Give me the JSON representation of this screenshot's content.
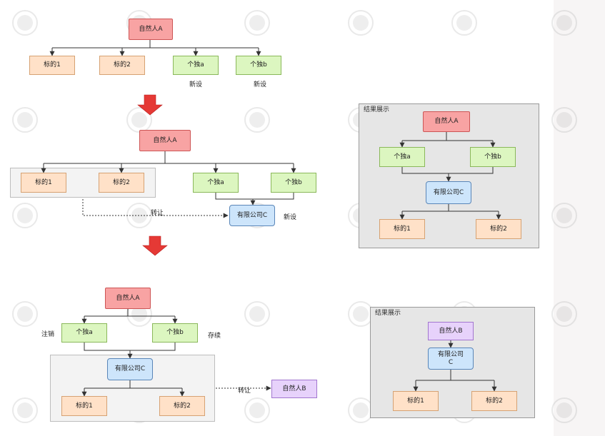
{
  "colors": {
    "person": "#f8a3a3",
    "target": "#ffe1c8",
    "individual": "#dcf6c0",
    "company": "#cde5fb",
    "person_b": "#e7d2fb",
    "step_arrow": "#e53935",
    "connector": "#333333"
  },
  "icons": {
    "step_arrow": "red-down-arrow-icon",
    "watermark": "watermark-seal-icon"
  },
  "step1": {
    "person": "自然人A",
    "target_1": "标的1",
    "target_2": "标的2",
    "indiv_a": "个独a",
    "indiv_b": "个独b",
    "new_a": "新设",
    "new_b": "新设"
  },
  "step2": {
    "person": "自然人A",
    "target_1": "标的1",
    "target_2": "标的2",
    "indiv_a": "个独a",
    "indiv_b": "个独b",
    "company": "有限公司C",
    "transfer": "转让",
    "new_company": "新设"
  },
  "step3": {
    "person": "自然人A",
    "indiv_a": "个独a",
    "indiv_b": "个独b",
    "company_line1": "有限公司C",
    "target_1": "标的1",
    "target_2": "标的2",
    "cancel": "注销",
    "survive": "存续",
    "transfer": "转让",
    "person_b": "自然人B"
  },
  "result1": {
    "title": "结果展示",
    "person": "自然人A",
    "indiv_a": "个独a",
    "indiv_b": "个独b",
    "company": "有限公司C",
    "target_1": "标的1",
    "target_2": "标的2"
  },
  "result2": {
    "title": "结果展示",
    "person_b": "自然人B",
    "company_line1": "有限公司",
    "company_line2": "C",
    "target_1": "标的1",
    "target_2": "标的2"
  }
}
